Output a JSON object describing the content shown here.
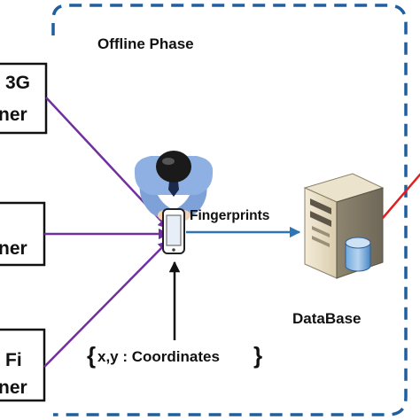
{
  "colors": {
    "panel_border": "#1f5f9e",
    "sensor_arrow": "#7030a0",
    "fingerprint_arrow": "#2e75b6",
    "coordinate_arrow": "#111111",
    "database_link": "#e02020",
    "box_border": "#111111"
  },
  "panel": {
    "title": "Offline Phase"
  },
  "sources": [
    {
      "line1": "3G",
      "line2": "ner"
    },
    {
      "line1": "",
      "line2": "ner"
    },
    {
      "line1": "Fi",
      "line2": "ner"
    }
  ],
  "user": {
    "icon": "user-with-smartphone-icon"
  },
  "fingerprint_label": "Fingerprints",
  "database": {
    "icon": "server-database-icon",
    "label": "DataBase"
  },
  "coordinates": {
    "label": "x,y : Coordinates",
    "brace_open": "{",
    "brace_close": "}"
  }
}
